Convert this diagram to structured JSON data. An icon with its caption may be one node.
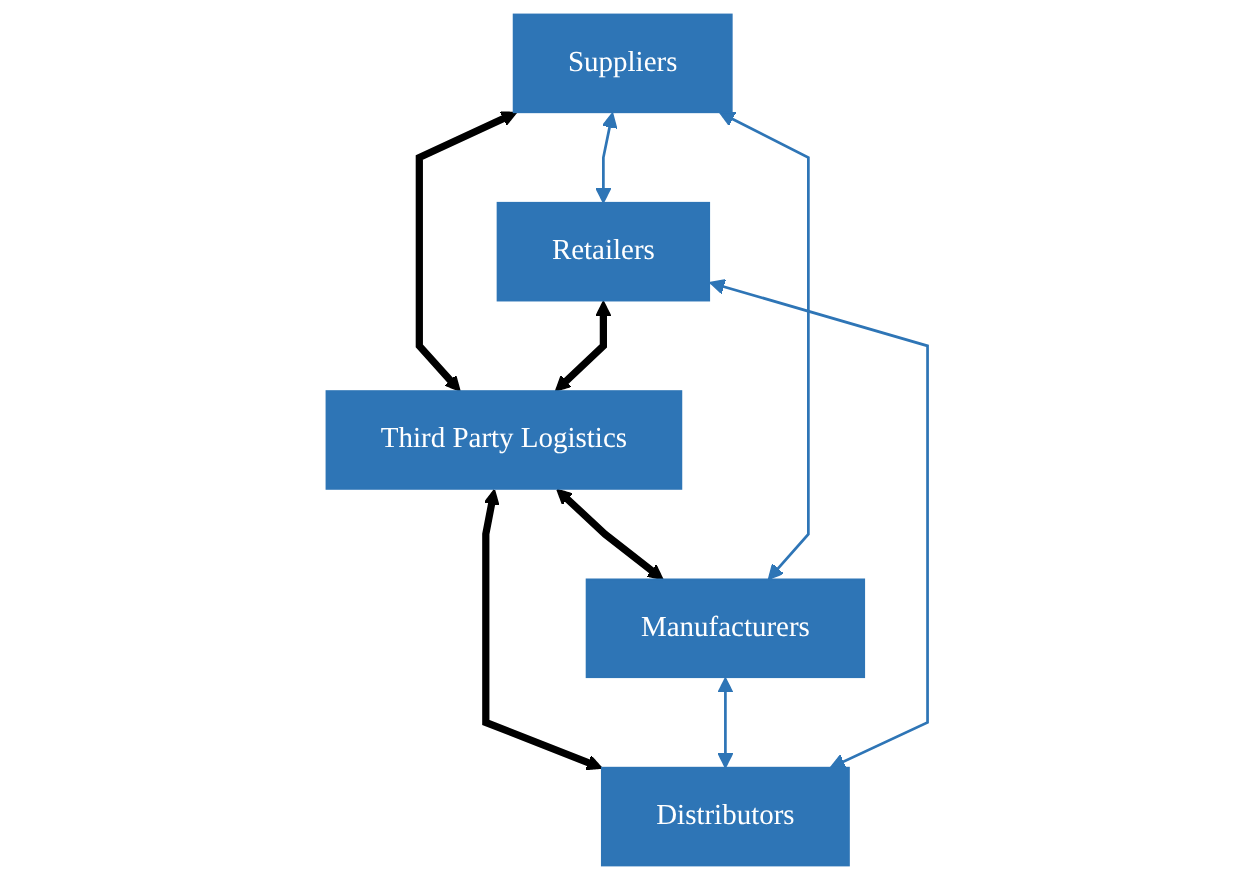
{
  "diagram": {
    "nodes": [
      {
        "text": [
          "Suppliers"
        ]
      },
      {
        "text": [
          "Retailers"
        ]
      },
      {
        "text": [
          "Third Party Logistics"
        ]
      },
      {
        "text": [
          "Manufacturers"
        ]
      },
      {
        "text": [
          "Distributors"
        ]
      }
    ],
    "edges": [
      {
        "from": 0,
        "to": 1,
        "arrow": "both"
      },
      {
        "from": 0,
        "to": 2,
        "arrow": "both",
        "style": "thick",
        "color": "#000000"
      },
      {
        "from": 1,
        "to": 2,
        "arrow": "both",
        "style": "thick",
        "color": "#000000"
      },
      {
        "from": 2,
        "to": 3,
        "arrow": "both",
        "style": "thick",
        "color": "#000000"
      },
      {
        "from": 2,
        "to": 4,
        "arrow": "both",
        "style": "thick",
        "color": "#000000"
      },
      {
        "from": 3,
        "to": 4,
        "arrow": "both"
      },
      {
        "from": 0,
        "to": 3,
        "arrow": "both"
      },
      {
        "from": 1,
        "to": 4,
        "arrow": "both"
      }
    ]
  }
}
